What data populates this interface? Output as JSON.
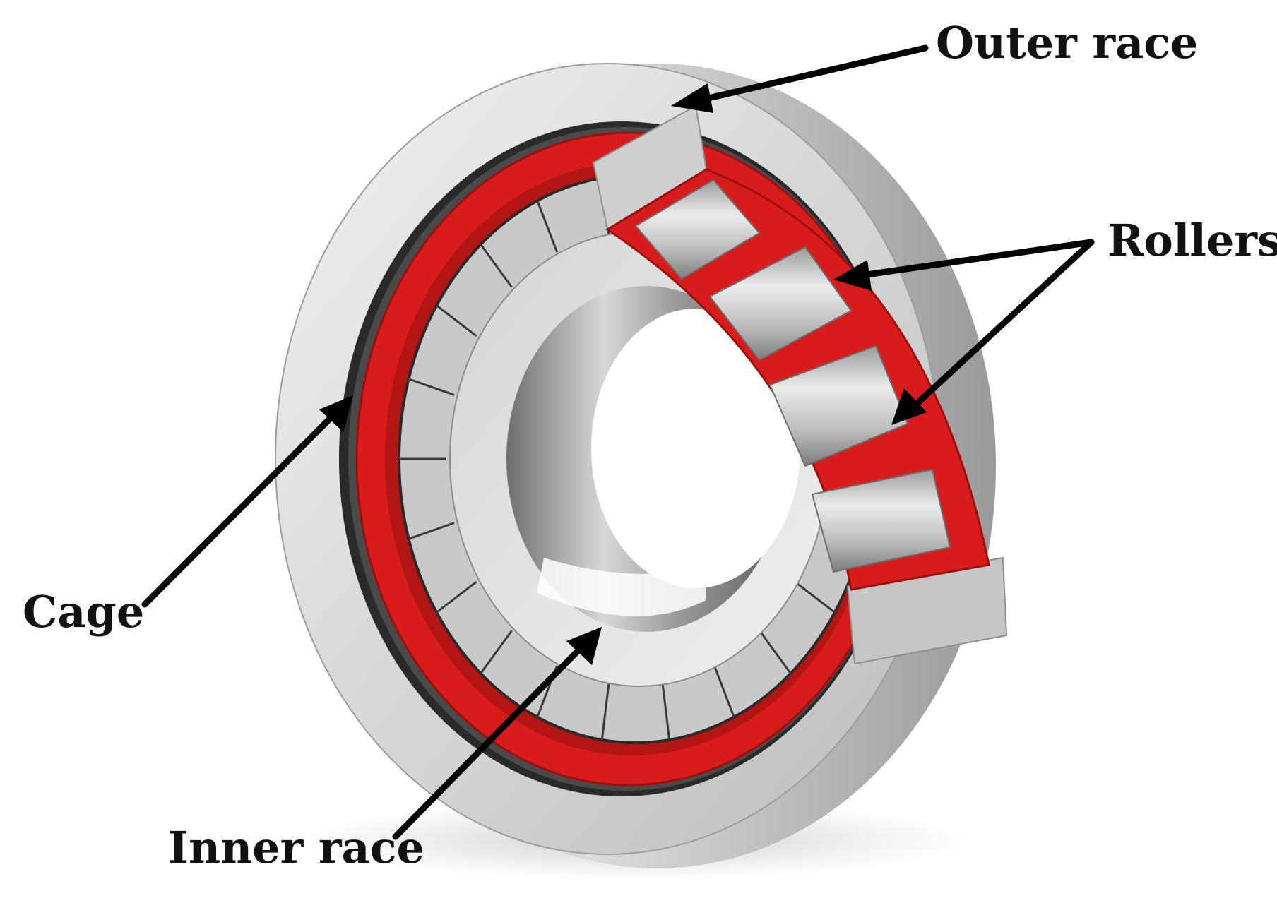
{
  "diagram": {
    "labels": {
      "outer_race": "Outer race",
      "rollers": "Rollers",
      "cage": "Cage",
      "inner_race": "Inner race"
    },
    "colors": {
      "cage": "#d81c1c",
      "steel_light": "#e2e2e2",
      "steel_mid": "#b5b5b5",
      "steel_dark": "#7c7c7c",
      "arrow": "#000000"
    }
  }
}
